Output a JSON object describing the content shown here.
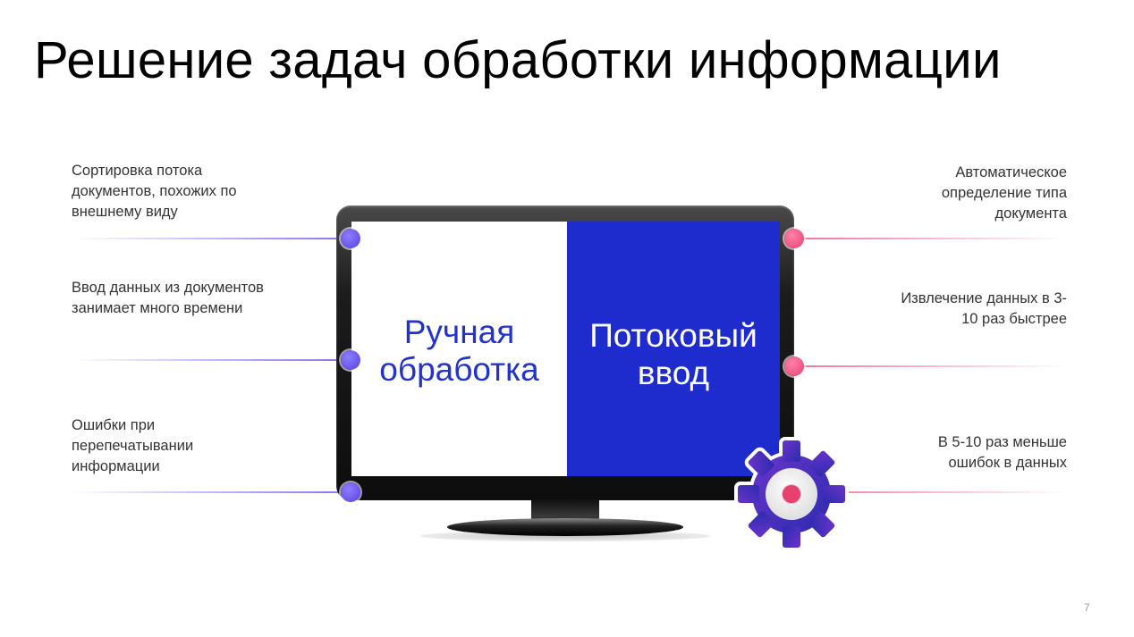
{
  "slide": {
    "title": "Решение задач обработки информации",
    "page_number": "7"
  },
  "left_notes": [
    "Сортировка потока документов, похожих по внешнему виду",
    "Ввод данных из документов занимает много времени",
    "Ошибки при перепечатывании информации"
  ],
  "right_notes": [
    "Автоматическое определение типа документа",
    "Извлечение данных в 3-10 раз быстрее",
    "В 5-10 раз меньше ошибок в данных"
  ],
  "screen": {
    "left_label": "Ручная обработка",
    "right_label": "Потоковый ввод"
  },
  "colors": {
    "accent_blue": "#1f2ccd",
    "dot_blue": "#5741e0",
    "dot_pink": "#e6416f",
    "gear_purple": "#4b2fb5"
  },
  "icons": [
    "gear-icon"
  ]
}
